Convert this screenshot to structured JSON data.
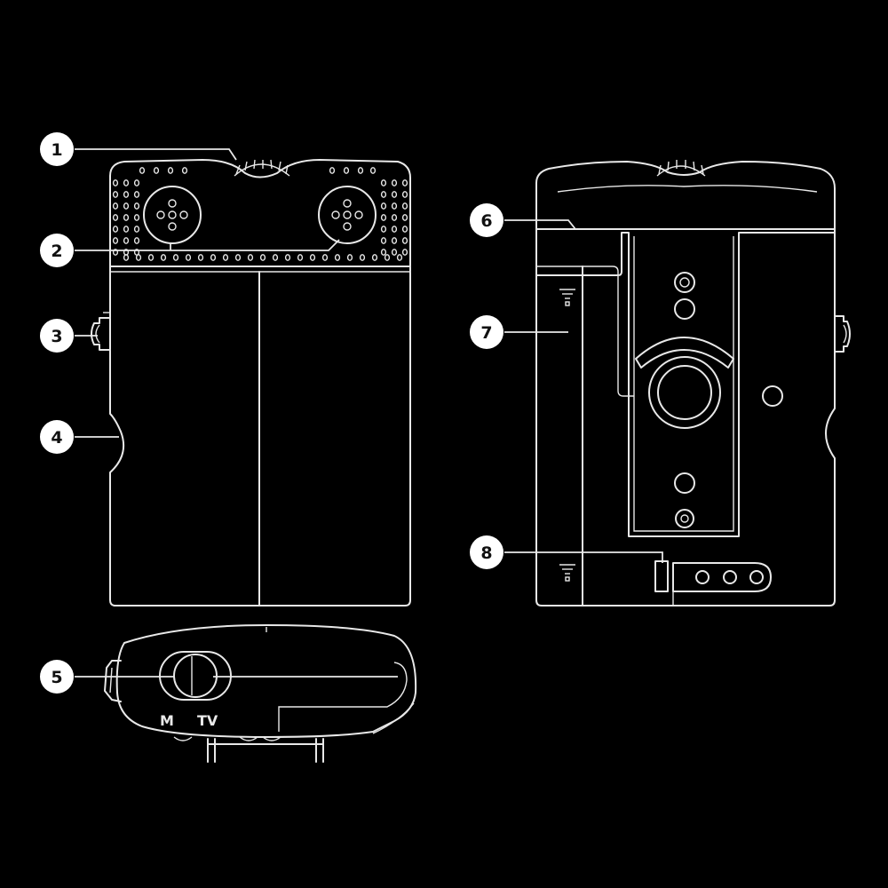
{
  "callouts": [
    {
      "number": "1"
    },
    {
      "number": "2"
    },
    {
      "number": "3"
    },
    {
      "number": "4"
    },
    {
      "number": "5"
    },
    {
      "number": "6"
    },
    {
      "number": "7"
    },
    {
      "number": "8"
    }
  ],
  "switch_labels": {
    "left": "M",
    "right": "TV"
  },
  "colors": {
    "background": "#000000",
    "line": "#e8e8e8",
    "callout_fill": "#ffffff",
    "callout_text": "#111111"
  }
}
